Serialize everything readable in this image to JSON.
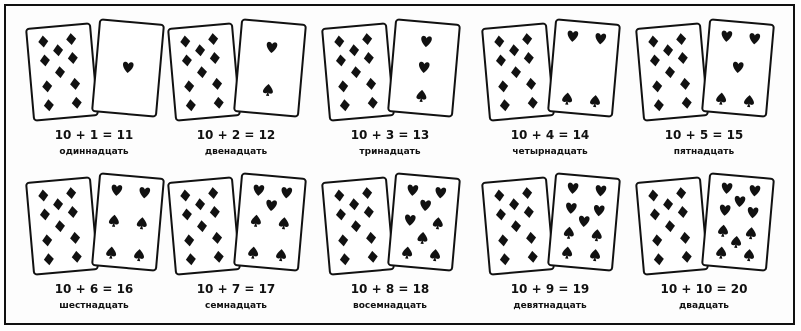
{
  "pairs": [
    {
      "equation": "10 + 1 = 11",
      "word": "одиннадцать",
      "right_pips": 1
    },
    {
      "equation": "10 + 2 = 12",
      "word": "двенадцать",
      "right_pips": 2
    },
    {
      "equation": "10 + 3 = 13",
      "word": "тринадцать",
      "right_pips": 3
    },
    {
      "equation": "10 + 4 = 14",
      "word": "четырнадцать",
      "right_pips": 4
    },
    {
      "equation": "10 + 5 = 15",
      "word": "пятнадцать",
      "right_pips": 5
    },
    {
      "equation": "10 + 6 = 16",
      "word": "шестнадцать",
      "right_pips": 6
    },
    {
      "equation": "10 + 7 = 17",
      "word": "семнадцать",
      "right_pips": 7
    },
    {
      "equation": "10 + 8 = 18",
      "word": "восемнадцать",
      "right_pips": 8
    },
    {
      "equation": "10 + 9 = 19",
      "word": "девятнадцать",
      "right_pips": 9
    },
    {
      "equation": "10 + 10 = 20",
      "word": "двадцать",
      "right_pips": 10
    }
  ],
  "left_card": {
    "suit_icon": "diamond-icon",
    "pips": 10
  },
  "right_card": {
    "suit_icon_primary": "heart-icon",
    "suit_icon_secondary": "spade-icon"
  },
  "colors": {
    "ink": "#111111",
    "card": "#ffffff",
    "paper": "#fdfdfd"
  }
}
